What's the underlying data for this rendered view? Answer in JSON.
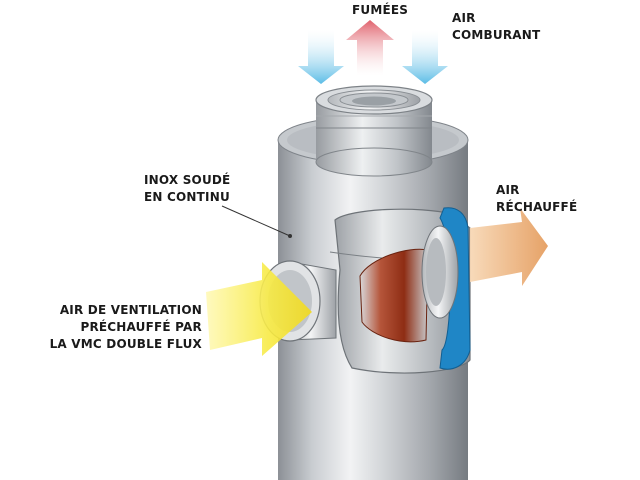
{
  "labels": {
    "fumees": "FUMÉES",
    "air_comburant": [
      "AIR",
      "COMBURANT"
    ],
    "inox": [
      "INOX SOUDÉ",
      "EN CONTINU"
    ],
    "air_rechauffe": [
      "AIR",
      "RÉCHAUFFÉ"
    ],
    "air_ventilation": [
      "AIR DE VENTILATION",
      "PRÉCHAUFFÉ PAR",
      "LA VMC DOUBLE FLUX"
    ]
  },
  "colors": {
    "cold_air_arrow": "#6cc3e8",
    "fumes_arrow": "#e0707a",
    "warm_air_arrow": "#e9a96b",
    "ventilation_arrow": "#f4e23a",
    "steel_light": "#e6e8ea",
    "steel_dark": "#7d8288",
    "inner_channel": "#1e84c4",
    "hot_core": "#a83a1c"
  }
}
